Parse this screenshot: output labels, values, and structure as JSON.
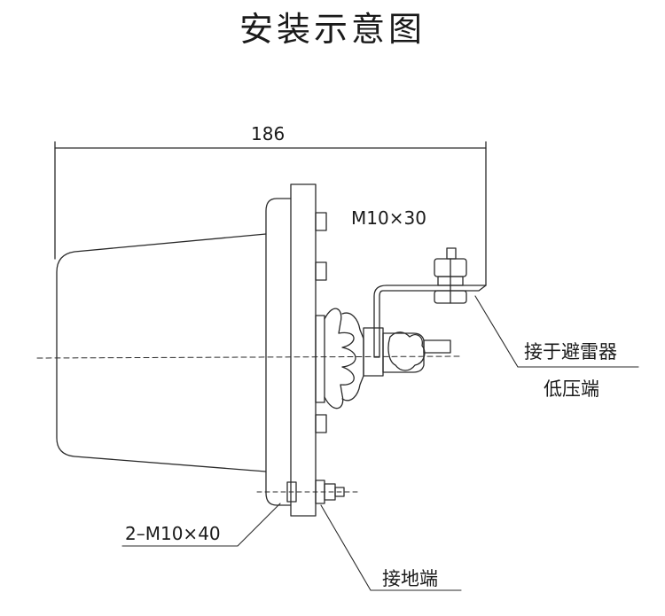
{
  "title": "安装示意图",
  "dimensions": {
    "width": "186"
  },
  "labels": {
    "bolt_top": "M10×30",
    "bolt_bottom": "2–M10×40",
    "arrester": "接于避雷器",
    "low_voltage": "低压端",
    "ground": "接地端"
  },
  "colors": {
    "line": "#2a2a2a",
    "background": "#ffffff"
  }
}
